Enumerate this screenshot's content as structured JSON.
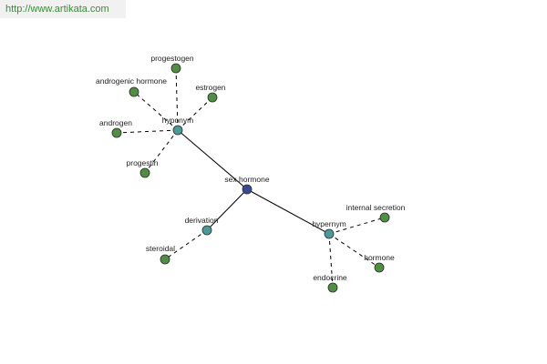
{
  "source": {
    "url_text": "http://www.artikata.com"
  },
  "graph": {
    "colors": {
      "root": "#3b4b8f",
      "relation": "#4a9a9a",
      "term": "#4e8f42"
    },
    "root": {
      "id": "sex_hormone",
      "label": "sex hormone"
    },
    "relations": [
      {
        "id": "hyponym",
        "label": "hyponym"
      },
      {
        "id": "derivation",
        "label": "derivation"
      },
      {
        "id": "hypernym",
        "label": "hypernym"
      }
    ],
    "terms": [
      {
        "id": "progestogen",
        "label": "progestogen",
        "relation": "hyponym"
      },
      {
        "id": "androgenic_hormone",
        "label": "androgenic hormone",
        "relation": "hyponym"
      },
      {
        "id": "estrogen",
        "label": "estrogen",
        "relation": "hyponym"
      },
      {
        "id": "androgen",
        "label": "androgen",
        "relation": "hyponym"
      },
      {
        "id": "progestin",
        "label": "progestin",
        "relation": "hyponym"
      },
      {
        "id": "steroidal",
        "label": "steroidal",
        "relation": "derivation"
      },
      {
        "id": "internal_secretion",
        "label": "internal secretion",
        "relation": "hypernym"
      },
      {
        "id": "hormone",
        "label": "hormone",
        "relation": "hypernym"
      },
      {
        "id": "endocrine",
        "label": "endocrine",
        "relation": "hypernym"
      }
    ]
  }
}
